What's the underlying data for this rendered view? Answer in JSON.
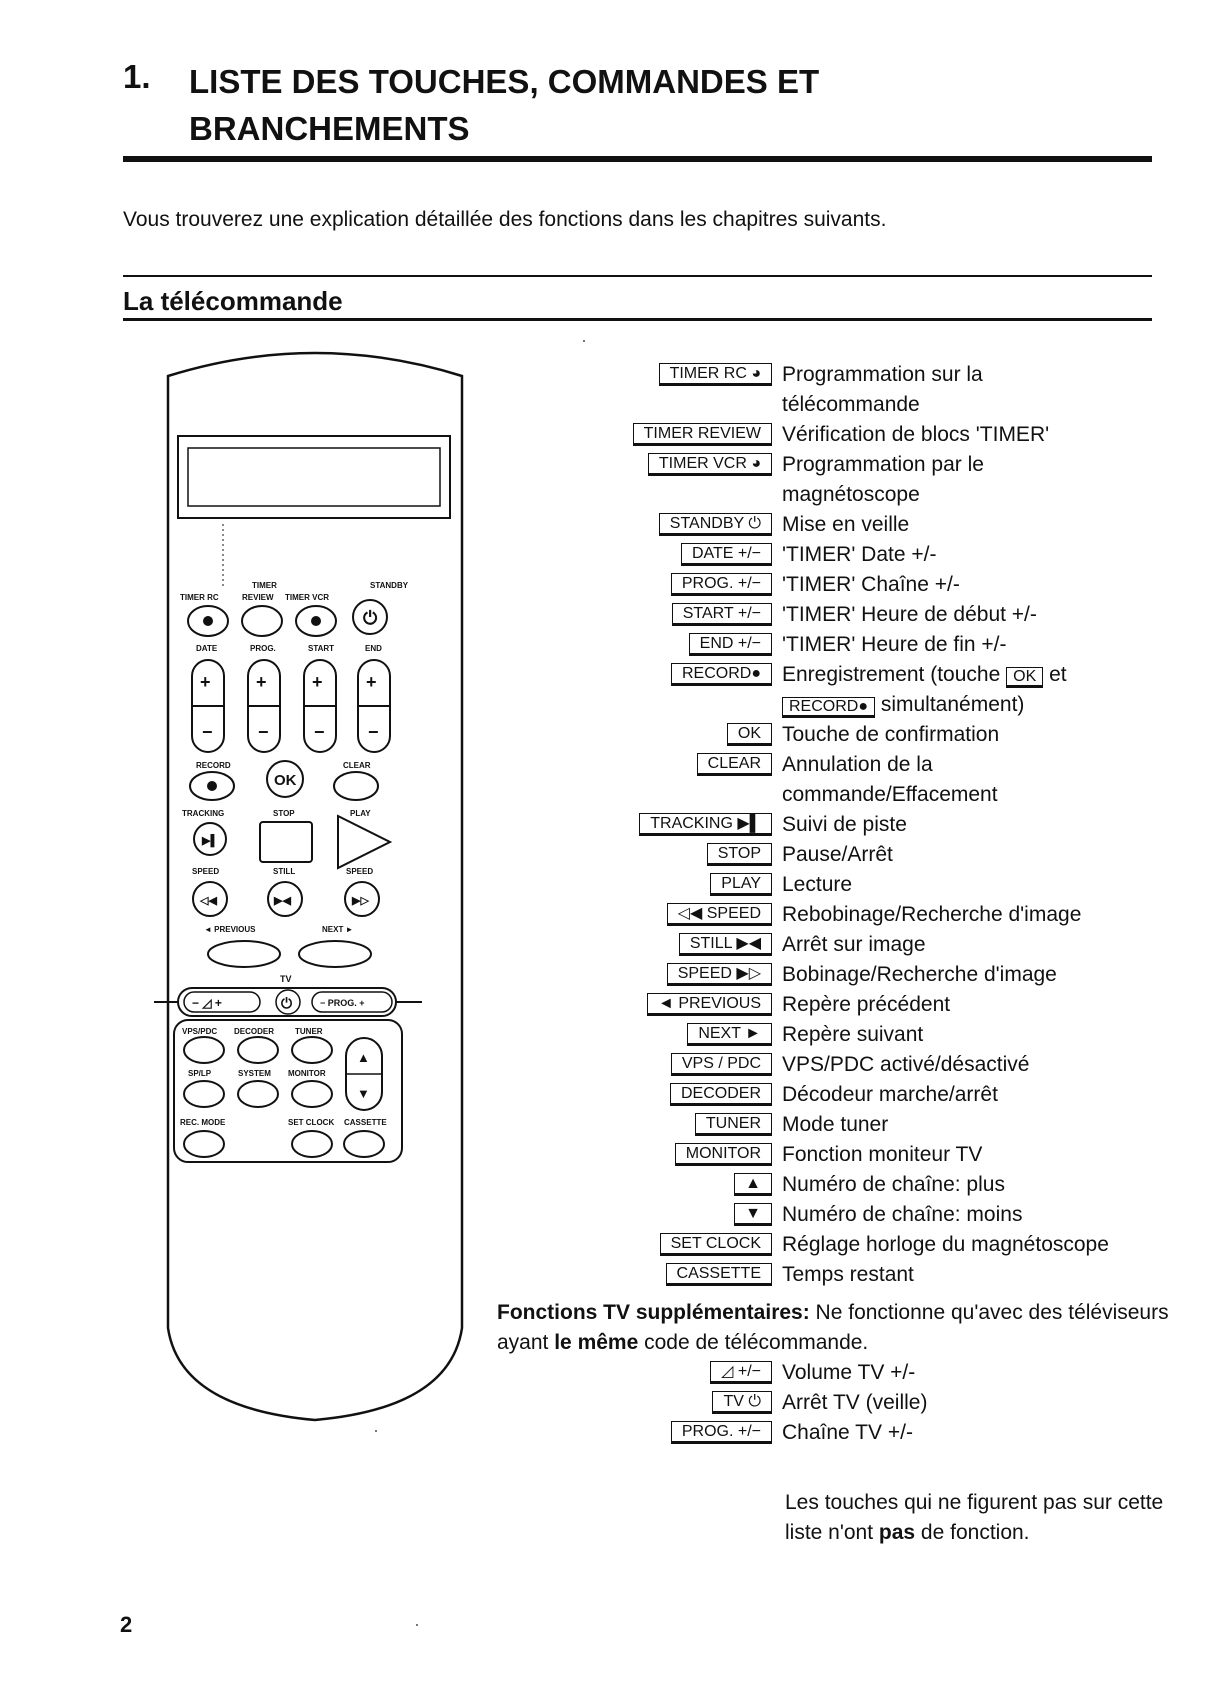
{
  "header": {
    "number": "1.",
    "title": "LISTE DES TOUCHES, COMMANDES ET BRANCHEMENTS"
  },
  "intro": "Vous trouverez une explication détaillée des fonctions dans les chapitres suivants.",
  "section_title": "La télécommande",
  "remote_labels": {
    "timer": "TIMER",
    "timer_rc": "TIMER RC",
    "review": "REVIEW",
    "timer_vcr": "TIMER VCR",
    "standby": "STANDBY",
    "date": "DATE",
    "prog": "PROG.",
    "start": "START",
    "end": "END",
    "record": "RECORD",
    "ok": "OK",
    "clear": "CLEAR",
    "tracking": "TRACKING",
    "stop": "STOP",
    "play": "PLAY",
    "speed": "SPEED",
    "still": "STILL",
    "previous": "◄ PREVIOUS",
    "next": "NEXT ►",
    "tv": "TV",
    "prog_pm": "− PROG. +",
    "vps_pdc": "VPS/PDC",
    "decoder": "DECODER",
    "tuner": "TUNER",
    "sp_lp": "SP/LP",
    "system": "SYSTEM",
    "monitor": "MONITOR",
    "rec_mode": "REC. MODE",
    "set_clock": "SET CLOCK",
    "cassette": "CASSETTE"
  },
  "keys": [
    {
      "key": "TIMER RC ◕",
      "desc": [
        "Programmation sur la",
        "télécommande"
      ]
    },
    {
      "key": "TIMER REVIEW",
      "desc": [
        "Vérification de blocs 'TIMER'"
      ]
    },
    {
      "key": "TIMER VCR ◕",
      "desc": [
        "Programmation par le",
        "magnétoscope"
      ]
    },
    {
      "key": "STANDBY ⏻",
      "desc": [
        "Mise en veille"
      ]
    },
    {
      "key": "DATE +/−",
      "desc": [
        "'TIMER' Date +/-"
      ]
    },
    {
      "key": "PROG. +/−",
      "desc": [
        "'TIMER' Chaîne +/-"
      ]
    },
    {
      "key": "START +/−",
      "desc": [
        "'TIMER' Heure de début +/-"
      ]
    },
    {
      "key": "END +/−",
      "desc": [
        "'TIMER' Heure de fin +/-"
      ]
    },
    {
      "key": "RECORD●",
      "desc": [
        "Enregistrement (touche",
        "simultanément)"
      ],
      "inline_ok": "OK",
      "inline_et": "et",
      "inline_record": "RECORD●"
    },
    {
      "key": "OK",
      "desc": [
        "Touche de confirmation"
      ]
    },
    {
      "key": "CLEAR",
      "desc": [
        "Annulation de la",
        "commande/Effacement"
      ]
    },
    {
      "key": "TRACKING ▶▌",
      "desc": [
        "Suivi de piste"
      ]
    },
    {
      "key": "STOP",
      "desc": [
        "Pause/Arrêt"
      ]
    },
    {
      "key": "PLAY",
      "desc": [
        "Lecture"
      ]
    },
    {
      "key": "◁◀ SPEED",
      "desc": [
        "Rebobinage/Recherche d'image"
      ]
    },
    {
      "key": "STILL ▶◀",
      "desc": [
        "Arrêt sur image"
      ]
    },
    {
      "key": "SPEED ▶▷",
      "desc": [
        "Bobinage/Recherche d'image"
      ]
    },
    {
      "key": "◄ PREVIOUS",
      "desc": [
        "Repère précédent"
      ]
    },
    {
      "key": "NEXT ►",
      "desc": [
        "Repère suivant"
      ]
    },
    {
      "key": "VPS / PDC",
      "desc": [
        "VPS/PDC activé/désactivé"
      ]
    },
    {
      "key": "DECODER",
      "desc": [
        "Décodeur marche/arrêt"
      ]
    },
    {
      "key": "TUNER",
      "desc": [
        "Mode tuner"
      ]
    },
    {
      "key": "MONITOR",
      "desc": [
        "Fonction moniteur TV"
      ]
    },
    {
      "key": "▲",
      "desc": [
        "Numéro de chaîne: plus"
      ]
    },
    {
      "key": "▼",
      "desc": [
        "Numéro de chaîne: moins"
      ]
    },
    {
      "key": "SET CLOCK",
      "desc": [
        "Réglage horloge du magnétoscope"
      ]
    },
    {
      "key": "CASSETTE",
      "desc": [
        "Temps restant"
      ]
    }
  ],
  "extra": {
    "bold_lead": "Fonctions TV supplémentaires:",
    "text1": " Ne fonctionne qu'avec des téléviseurs ayant ",
    "bold_mid": "le même",
    "text2": " code de télécommande."
  },
  "tv_keys": [
    {
      "key": "◿ +/−",
      "desc": [
        "Volume TV +/-"
      ]
    },
    {
      "key": "TV ⏻",
      "desc": [
        "Arrêt TV (veille)"
      ]
    },
    {
      "key": "PROG. +/−",
      "desc": [
        "Chaîne TV +/-"
      ]
    }
  ],
  "note": {
    "text1": "Les touches qui ne figurent pas sur cette liste n'ont ",
    "bold": "pas",
    "text2": " de fonction."
  },
  "page_number": "2"
}
